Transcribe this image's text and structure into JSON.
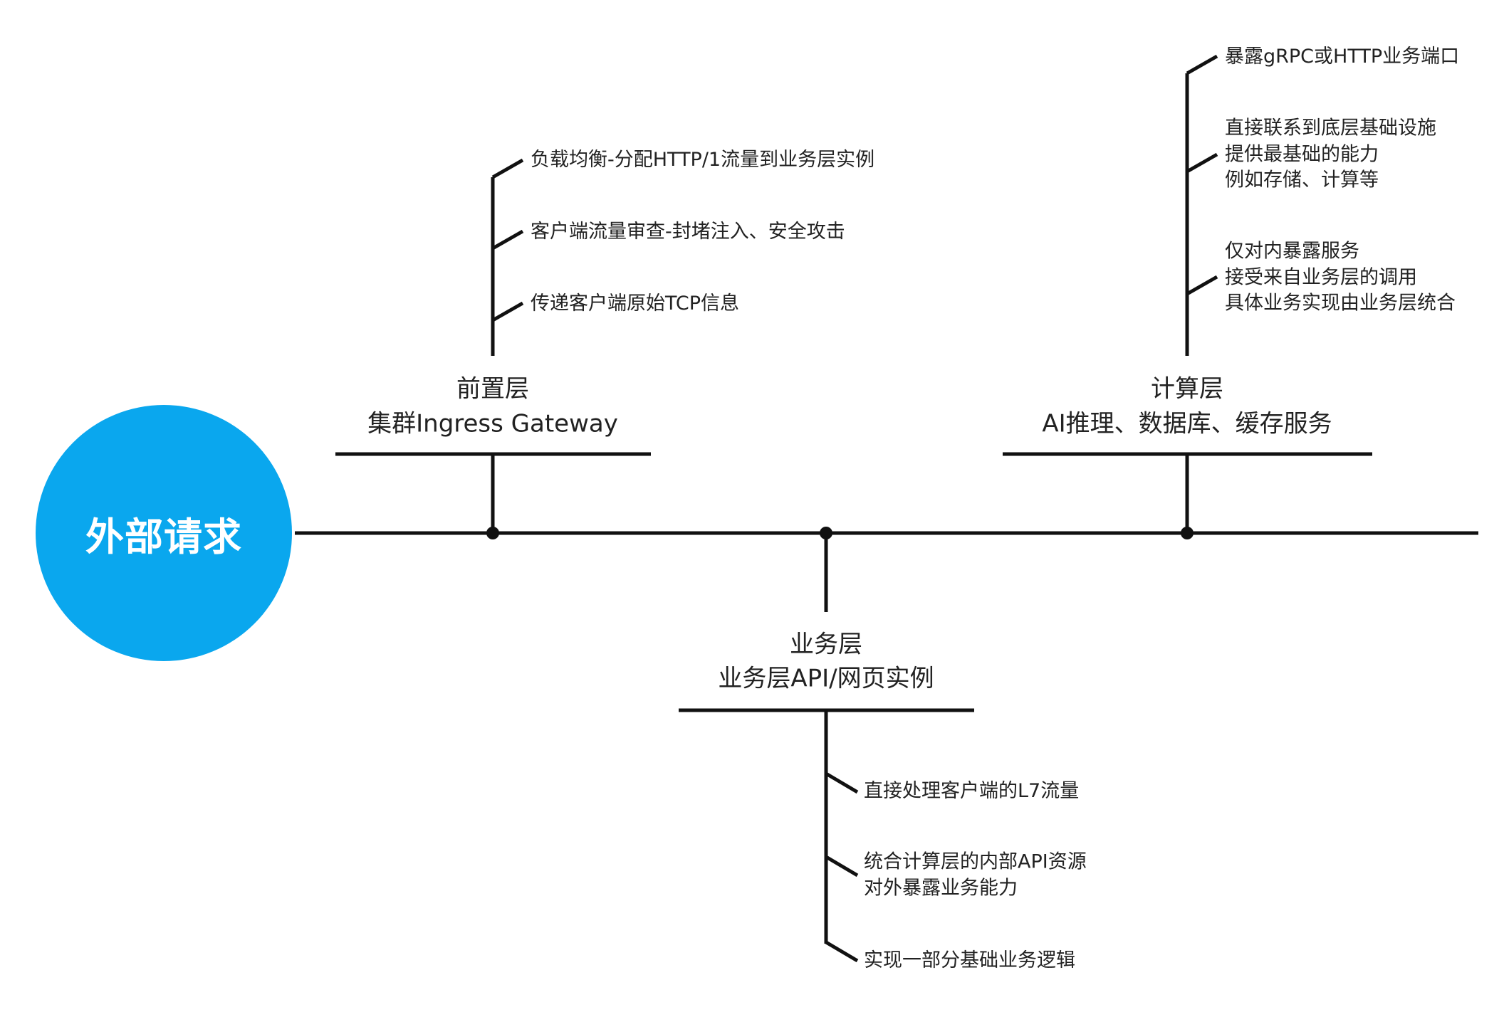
{
  "root": {
    "label": "外部请求",
    "color": "#0aa7ee"
  },
  "layers": [
    {
      "title": "前置层",
      "subtitle": "集群Ingress Gateway",
      "items": [
        [
          "负载均衡-分配HTTP/1流量到业务层实例"
        ],
        [
          "客户端流量审查-封堵注入、安全攻击"
        ],
        [
          "传递客户端原始TCP信息"
        ]
      ]
    },
    {
      "title": "业务层",
      "subtitle": "业务层API/网页实例",
      "items": [
        [
          "直接处理客户端的L7流量"
        ],
        [
          "统合计算层的内部API资源",
          "对外暴露业务能力"
        ],
        [
          "实现一部分基础业务逻辑"
        ]
      ]
    },
    {
      "title": "计算层",
      "subtitle": "AI推理、数据库、缓存服务",
      "items": [
        [
          "暴露gRPC或HTTP业务端口"
        ],
        [
          "直接联系到底层基础设施",
          "提供最基础的能力",
          "例如存储、计算等"
        ],
        [
          "仅对内暴露服务",
          "接受来自业务层的调用",
          "具体业务实现由业务层统合"
        ]
      ]
    }
  ]
}
